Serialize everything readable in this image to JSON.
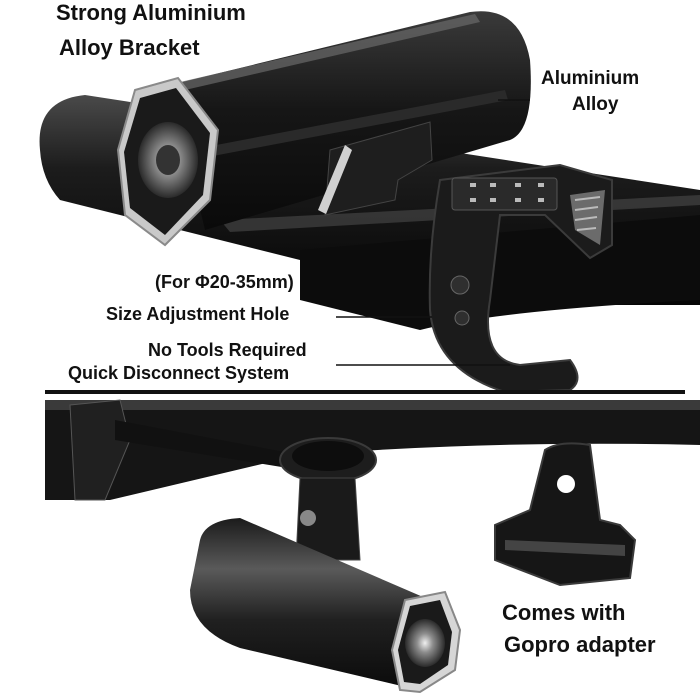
{
  "labels": {
    "bracket_line1": "Strong Aluminium",
    "bracket_line2": "Alloy Bracket",
    "material_line1": "Aluminium",
    "material_line2": "Alloy",
    "diameter": "(For Φ20-35mm)",
    "size_hole": "Size Adjustment Hole",
    "no_tools": "No Tools Required",
    "quick_disconnect": "Quick Disconnect System",
    "gopro_line1": "Comes with",
    "gopro_line2": "Gopro adapter"
  }
}
